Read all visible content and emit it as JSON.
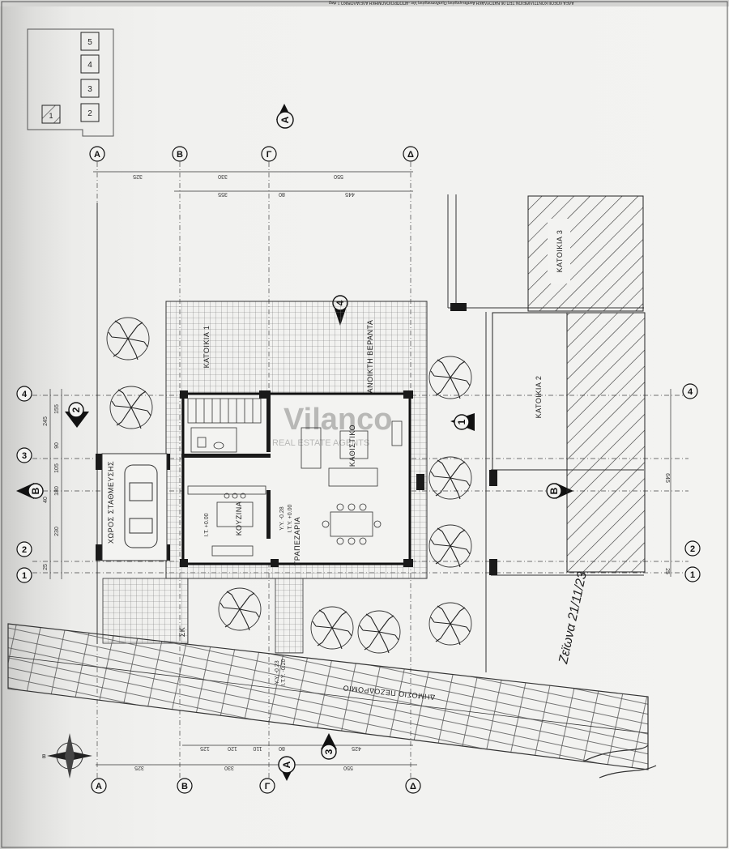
{
  "header_note": "... ΑΔΕΑ ΛΟΕΟΙΙ ΚΟΝΤΣΙΛΙΘΕΙΟΝ ΤΕΠ 06 ΒΑΤΟΥΛΑΚΗ Αναθεωρημένη Ομαδοποιημένη Ver.-ΑΠΟΠΡΟΙΟΔΟΜΗΚΗ ΑΛΕΙΑΛΟΒΙΚΟ 1.dwg",
  "key_plan": {
    "units": [
      "1",
      "2",
      "3",
      "4",
      "5"
    ]
  },
  "grid": {
    "letters": [
      "Α",
      "Β",
      "Γ",
      "Δ"
    ],
    "numbers": [
      "1",
      "2",
      "3",
      "4"
    ]
  },
  "sections": {
    "a": "Α",
    "b": "Β",
    "view1": "1",
    "view3": "3",
    "view4": "4"
  },
  "dimensions": {
    "top_row1": [
      "325",
      "330",
      "550"
    ],
    "top_row2": [
      "355",
      "80",
      "445"
    ],
    "bottom_row1": [
      "125",
      "120",
      "110",
      "80",
      "425"
    ],
    "bottom_row2": [
      "325",
      "330",
      "550"
    ],
    "left_row": [
      "245",
      "155",
      "90",
      "105",
      "180",
      "40",
      "230",
      "25"
    ],
    "right_row": [
      "645",
      "25"
    ]
  },
  "rooms": {
    "katoikia1": "ΚΑΤΟΙΚΙΑ 1",
    "katoikia2": "ΚΑΤΟΙΚΙΑ 2",
    "katoikia3": "ΚΑΤΟΙΚΙΑ 3",
    "kouzina": "ΚΟΥΖΙΝΑ",
    "kathistiko": "ΚΑΘΙΣΤΙΚΟ",
    "trapezaria": "ΤΡΑΠΕΖΑΡΙΑ",
    "veranta": "ΑΝΟΙΚΤΗ ΒΕΡΑΝΤΑ",
    "parking": "ΧΩΡΟΣ ΣΤΑΘΜΕΥΣΗΣ",
    "sk": "ΣΚ",
    "road": "ΔΗΜΟΣΙΟ ΠΕΖΟΔΡΟΜΙΟ"
  },
  "levels": {
    "kitchen": "Ι.Τ. +0.00",
    "entry_top": "Υ.Υ. -0.28",
    "entry_bottom": "Ι.Τ.Υ. +0.00",
    "road_top": "Υ.Υ. -0.23",
    "road_bottom": "Ι.Τ.Υ. -0.20"
  },
  "watermark": {
    "brand": "Vilanco",
    "tagline": "REAL ESTATE AGENTS"
  },
  "signature_text": "Ζεϊωνα 21/11/23",
  "colors": {
    "ink": "#1a1a1a",
    "paper": "#f3f3f1",
    "hatch": "#333333"
  }
}
